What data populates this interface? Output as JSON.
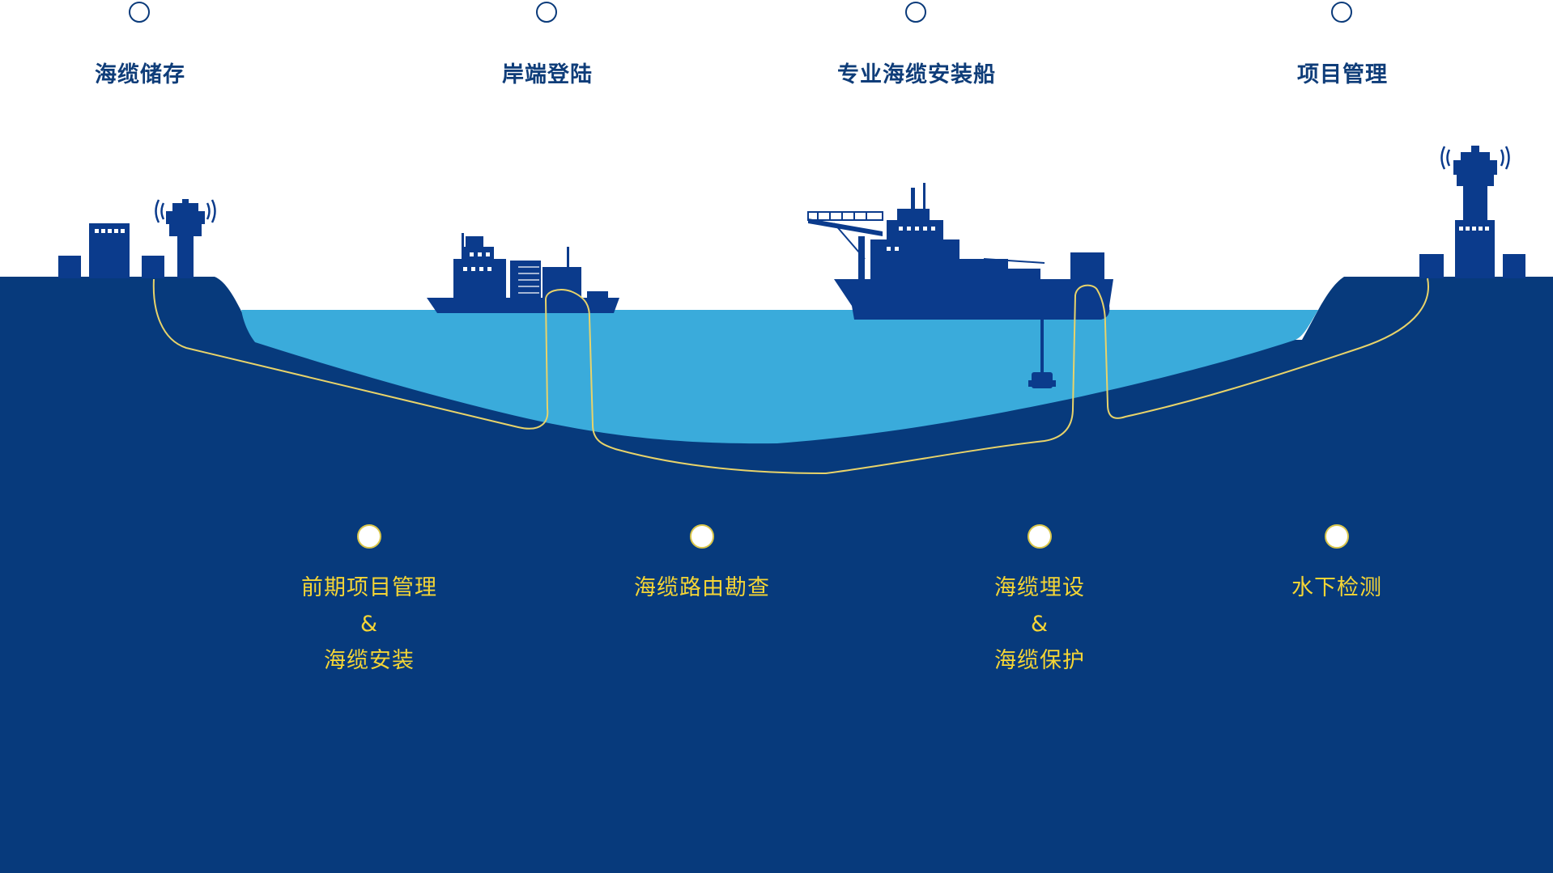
{
  "colors": {
    "deep_sea": "#073a7c",
    "water": "#3aabdb",
    "vessel": "#0b3b8c",
    "cable": "#e8d36a",
    "top_label": "#0f3d79",
    "bottom_label": "#f5d535"
  },
  "top_items": [
    {
      "label": "海缆储存"
    },
    {
      "label": "岸端登陆"
    },
    {
      "label": "专业海缆安装船"
    },
    {
      "label": "项目管理"
    }
  ],
  "bottom_items": [
    {
      "line1": "前期项目管理",
      "line2": "&",
      "line3": "海缆安装"
    },
    {
      "line1": "海缆路由勘查",
      "line2": "",
      "line3": ""
    },
    {
      "line1": "海缆埋设",
      "line2": "&",
      "line3": "海缆保护"
    },
    {
      "line1": "水下检测",
      "line2": "",
      "line3": ""
    }
  ],
  "icons": [
    "control-tower-icon",
    "building-icon",
    "cargo-ship-icon",
    "cable-laying-vessel-icon",
    "rov-icon"
  ]
}
